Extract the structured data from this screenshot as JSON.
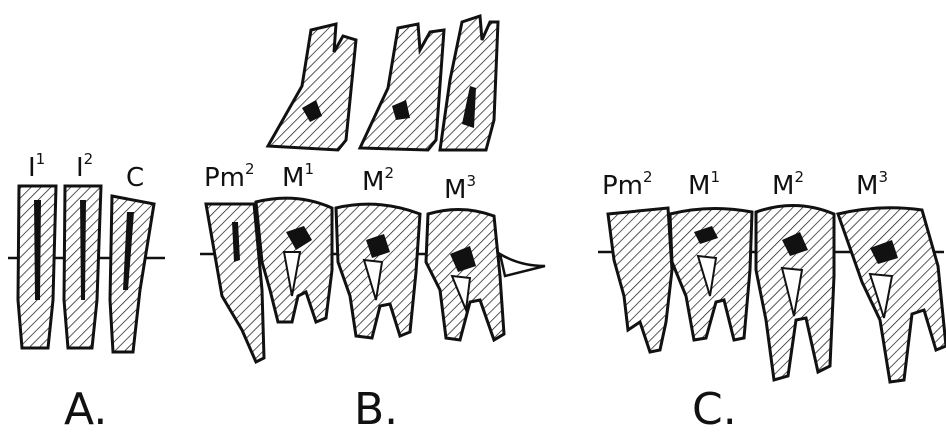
{
  "panels": [
    {
      "label": "A.",
      "teeth": [
        {
          "base": "I",
          "sup": "1"
        },
        {
          "base": "I",
          "sup": "2"
        },
        {
          "base": "C",
          "sup": ""
        }
      ]
    },
    {
      "label": "B.",
      "teeth": [
        {
          "base": "Pm",
          "sup": "2"
        },
        {
          "base": "M",
          "sup": "1"
        },
        {
          "base": "M",
          "sup": "2"
        },
        {
          "base": "M",
          "sup": "3"
        }
      ]
    },
    {
      "label": "C.",
      "teeth": [
        {
          "base": "Pm",
          "sup": "2"
        },
        {
          "base": "M",
          "sup": "1"
        },
        {
          "base": "M",
          "sup": "2"
        },
        {
          "base": "M",
          "sup": "3"
        }
      ]
    }
  ],
  "colors": {
    "ink": "#111111",
    "paper": "#ffffff"
  }
}
